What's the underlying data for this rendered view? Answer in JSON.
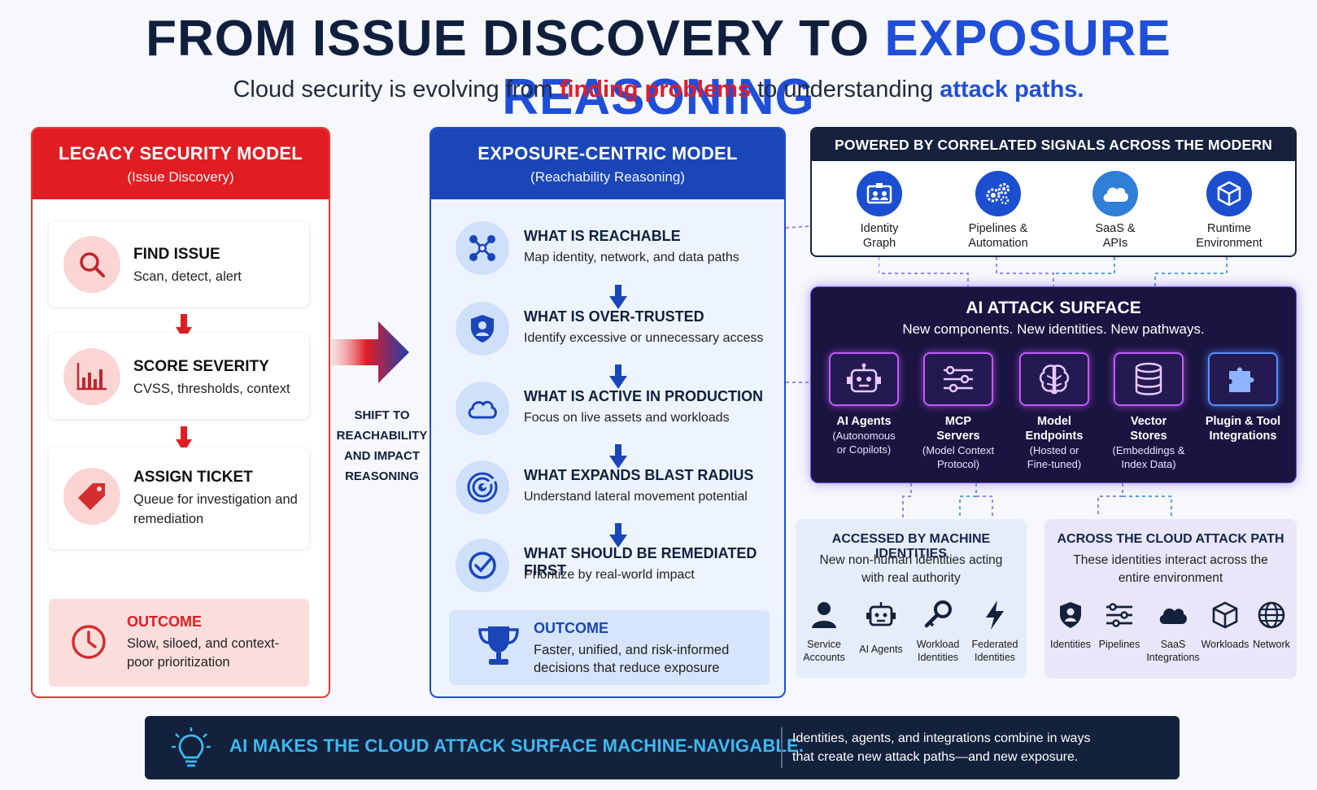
{
  "header": {
    "title_part1": "FROM ISSUE DISCOVERY TO ",
    "title_part2": "EXPOSURE REASONING",
    "subtitle_pre": "Cloud security is evolving from ",
    "subtitle_red": "finding problems",
    "subtitle_mid": " to understanding ",
    "subtitle_blue": "attack paths."
  },
  "legacy": {
    "title": "LEGACY SECURITY MODEL",
    "subtitle": "(Issue Discovery)",
    "steps": [
      {
        "title": "FIND ISSUE",
        "desc": "Scan, detect, alert",
        "icon": "magnifier-icon"
      },
      {
        "title": "SCORE SEVERITY",
        "desc": "CVSS, thresholds, context",
        "icon": "bar-chart-icon"
      },
      {
        "title": "ASSIGN TICKET",
        "desc": "Queue for investigation and remediation",
        "icon": "tag-icon"
      }
    ],
    "outcome_title": "OUTCOME",
    "outcome_desc": "Slow, siloed, and context-poor prioritization"
  },
  "shift": {
    "label_lines": [
      "SHIFT TO",
      "REACHABILITY",
      "AND IMPACT",
      "REASONING"
    ]
  },
  "exposure": {
    "title": "EXPOSURE-CENTRIC MODEL",
    "subtitle": "(Reachability Reasoning)",
    "steps": [
      {
        "title": "WHAT IS REACHABLE",
        "desc": "Map identity, network, and data paths",
        "icon": "network-nodes-icon"
      },
      {
        "title": "WHAT IS OVER-TRUSTED",
        "desc": "Identify excessive or unnecessary access",
        "icon": "shield-user-icon"
      },
      {
        "title": "WHAT IS ACTIVE IN PRODUCTION",
        "desc": "Focus on live assets and workloads",
        "icon": "cloud-icon"
      },
      {
        "title": "WHAT EXPANDS BLAST RADIUS",
        "desc": "Understand lateral movement potential",
        "icon": "radius-icon"
      },
      {
        "title": "WHAT SHOULD BE REMEDIATED FIRST",
        "desc": "Prioritize by real-world impact",
        "icon": "check-circle-icon"
      }
    ],
    "outcome_title": "OUTCOME",
    "outcome_desc_1": "Faster, unified, and risk-informed",
    "outcome_desc_2": "decisions that reduce exposure"
  },
  "powered": {
    "title": "POWERED BY CORRELATED SIGNALS ACROSS THE MODERN CLOUD",
    "signals": [
      {
        "line1": "Identity",
        "line2": "Graph",
        "icon": "identity-card-icon"
      },
      {
        "line1": "Pipelines &",
        "line2": "Automation",
        "icon": "gears-icon"
      },
      {
        "line1": "SaaS &",
        "line2": "APIs",
        "icon": "cloud-icon"
      },
      {
        "line1": "Runtime",
        "line2": "Environment",
        "icon": "cube-icon"
      }
    ]
  },
  "ai_surface": {
    "title": "AI ATTACK SURFACE",
    "subtitle": "New components. New identities. New pathways.",
    "items": [
      {
        "name": "AI Agents",
        "desc_1": "(Autonomous",
        "desc_2": "or Copilots)",
        "icon": "robot-icon"
      },
      {
        "name_1": "MCP",
        "name_2": "Servers",
        "desc_1": "(Model Context",
        "desc_2": "Protocol)",
        "icon": "sliders-icon"
      },
      {
        "name_1": "Model",
        "name_2": "Endpoints",
        "desc_1": "(Hosted or",
        "desc_2": "Fine-tuned)",
        "icon": "brain-icon"
      },
      {
        "name_1": "Vector",
        "name_2": "Stores",
        "desc_1": "(Embeddings &",
        "desc_2": "Index Data)",
        "icon": "database-icon"
      },
      {
        "name_1": "Plugin & Tool",
        "name_2": "Integrations",
        "icon": "puzzle-icon"
      }
    ]
  },
  "machine": {
    "title": "ACCESSED BY MACHINE IDENTITIES",
    "desc_1": "New non-human identities acting",
    "desc_2": "with real authority",
    "items": [
      {
        "line1": "Service",
        "line2": "Accounts",
        "icon": "user-icon"
      },
      {
        "line1": "AI Agents",
        "line2": "",
        "icon": "robot-icon"
      },
      {
        "line1": "Workload",
        "line2": "Identities",
        "icon": "key-icon"
      },
      {
        "line1": "Federated",
        "line2": "Identities",
        "icon": "lightning-icon"
      }
    ]
  },
  "cloudpath": {
    "title": "ACROSS THE CLOUD ATTACK PATH",
    "desc_1": "These identities interact across the",
    "desc_2": "entire environment",
    "items": [
      {
        "line1": "Identities",
        "line2": "",
        "icon": "shield-user-icon"
      },
      {
        "line1": "Pipelines",
        "line2": "",
        "icon": "pipeline-icon"
      },
      {
        "line1": "SaaS",
        "line2": "Integrations",
        "icon": "cloud-icon"
      },
      {
        "line1": "Workloads",
        "line2": "",
        "icon": "cube-icon"
      },
      {
        "line1": "Network",
        "line2": "",
        "icon": "globe-icon"
      }
    ]
  },
  "bottom": {
    "headline": "AI MAKES THE CLOUD ATTACK SURFACE MACHINE-NAVIGABLE.",
    "desc_1": "Identities, agents, and integrations combine in ways",
    "desc_2": "that create new attack paths—and new exposure.",
    "icon": "lightbulb-icon"
  },
  "colors": {
    "legacy_red": "#e11d24",
    "exposure_blue": "#1a46b8",
    "navy": "#13213c",
    "ai_purple": "#c25bff"
  }
}
